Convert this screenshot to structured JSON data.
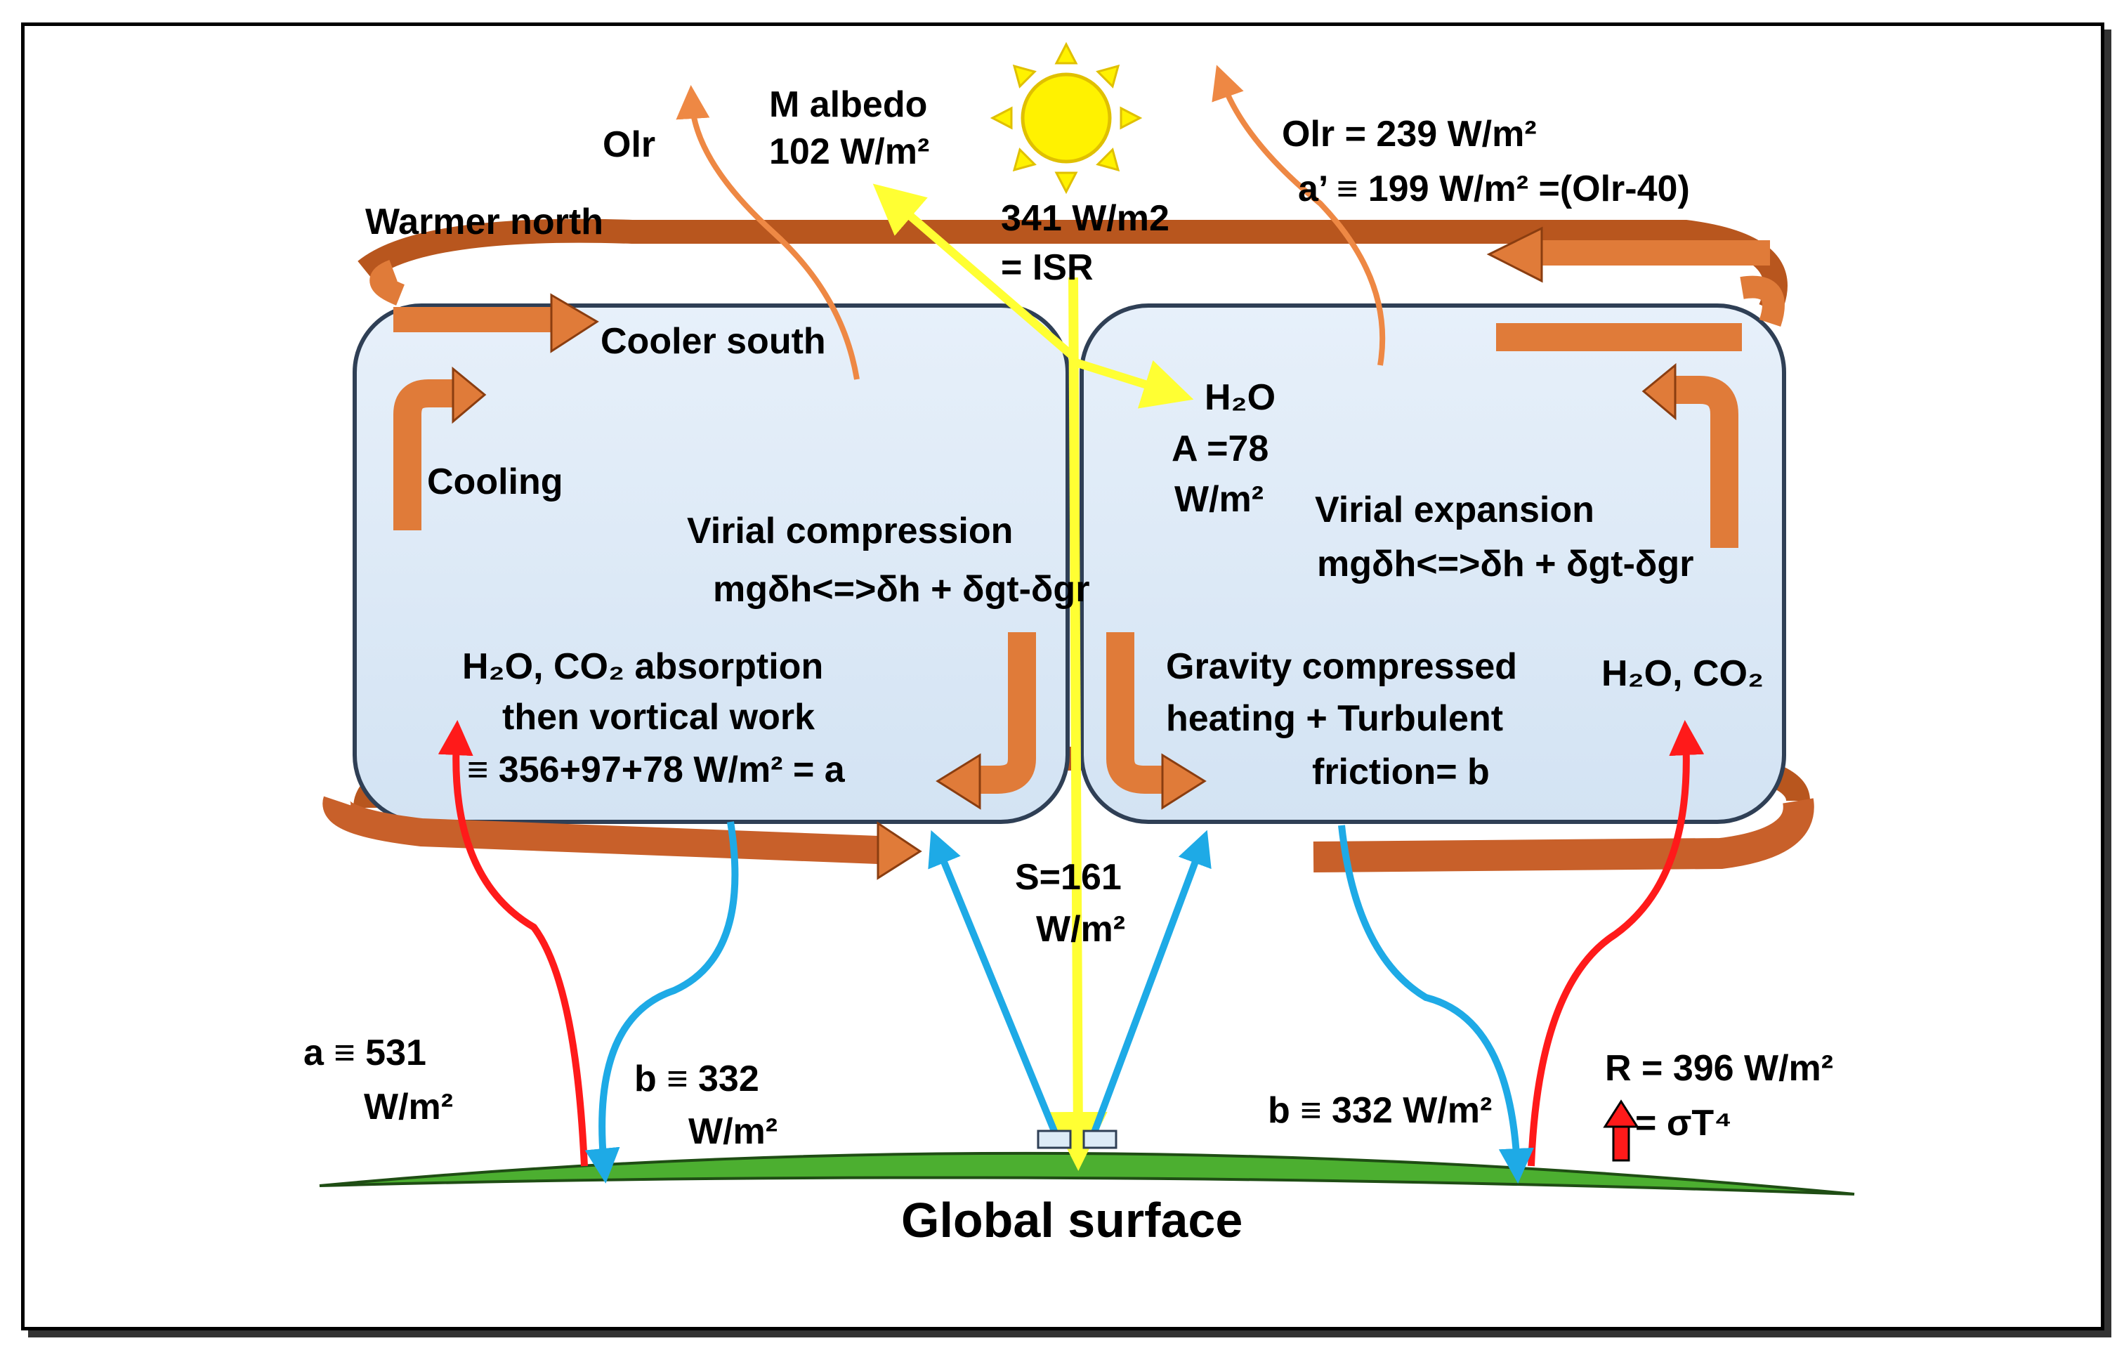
{
  "labels": {
    "olr_left": "Olr",
    "m_albedo_1": "M albedo",
    "m_albedo_2": "102 W/m²",
    "isr_1": "341 W/m2",
    "isr_2": "= ISR",
    "olr_right_1": "Olr = 239 W/m²",
    "olr_right_2": "a’ ≡ 199 W/m² =(Olr-40)",
    "warmer_north": "Warmer north",
    "cooler_south": "Cooler south",
    "cooling": "Cooling",
    "virial_compression_1": "Virial compression",
    "virial_compression_2": "mgδh<=>δh + δgt-δgr",
    "h2o_co2_abs_1": "H₂O, CO₂ absorption",
    "h2o_co2_abs_2": "then vortical work",
    "h2o_co2_abs_3": "≡ 356+97+78 W/m² = a",
    "h2o_a_1": "H₂O",
    "h2o_a_2": "A =78",
    "h2o_a_3": "W/m²",
    "virial_expansion_1": "Virial expansion",
    "virial_expansion_2": "mgδh<=>δh + δgt-δgr",
    "gravity_1": "Gravity compressed",
    "gravity_2": "heating + Turbulent",
    "gravity_3": "friction= b",
    "h2o_co2_right": "H₂O, CO₂",
    "s_161_1": "S=161",
    "s_161_2": "W/m²",
    "a_531_1": "a ≡ 531",
    "a_531_2": "W/m²",
    "b_332_left_1": "b ≡ 332",
    "b_332_left_2": "W/m²",
    "b_332_right": "b ≡ 332 W/m²",
    "r_396_1": "R = 396 W/m²",
    "r_396_2": "= σT⁴",
    "global_surface": "Global surface"
  },
  "colors": {
    "orange_arrow": "#E07B39",
    "orange_dark": "#B8561E",
    "sun_yellow": "#FFF200",
    "sun_edge": "#E0C000",
    "ray_yellow": "#FFFF33",
    "red_arrow": "#FF1A1A",
    "blue_arrow": "#1EAAE6",
    "cloud_fill": "#DDEBF7",
    "cloud_edge": "#2F3F55",
    "ground_green": "#4CAF30",
    "curve_orange": "#EE8844"
  }
}
